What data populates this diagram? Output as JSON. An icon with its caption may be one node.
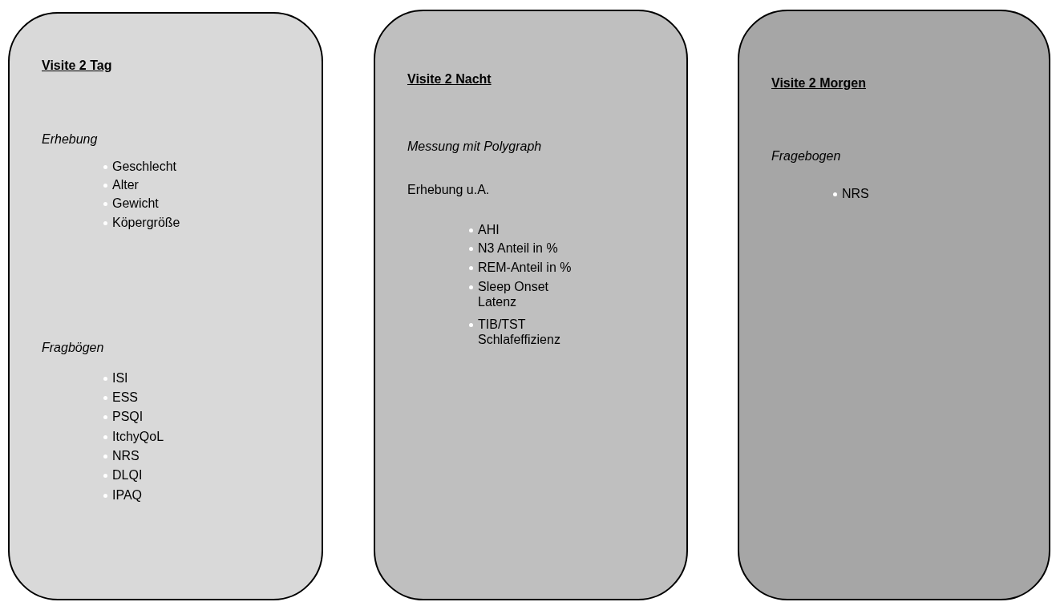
{
  "diagram": {
    "nodes": [
      {
        "text": [
          "Visite 2 Tag",
          "Erhebung",
          "Geschlecht",
          "Alter",
          "Gewicht",
          "Köpergröße",
          "Fragbögen",
          "ISI",
          "ESS",
          "PSQI",
          "ItchyQoL",
          "NRS",
          "DLQI",
          "IPAQ"
        ]
      },
      {
        "text": [
          "Visite 2 Nacht",
          "Messung mit Polygraph",
          "Erhebung u.A.",
          "AHI",
          "N3 Anteil in %",
          "REM-Anteil in %",
          "Sleep Onset Latenz",
          "TIB/TST Schlafeffizienz"
        ]
      },
      {
        "text": [
          "Visite 2 Morgen",
          "Fragebogen",
          "NRS"
        ]
      }
    ]
  }
}
